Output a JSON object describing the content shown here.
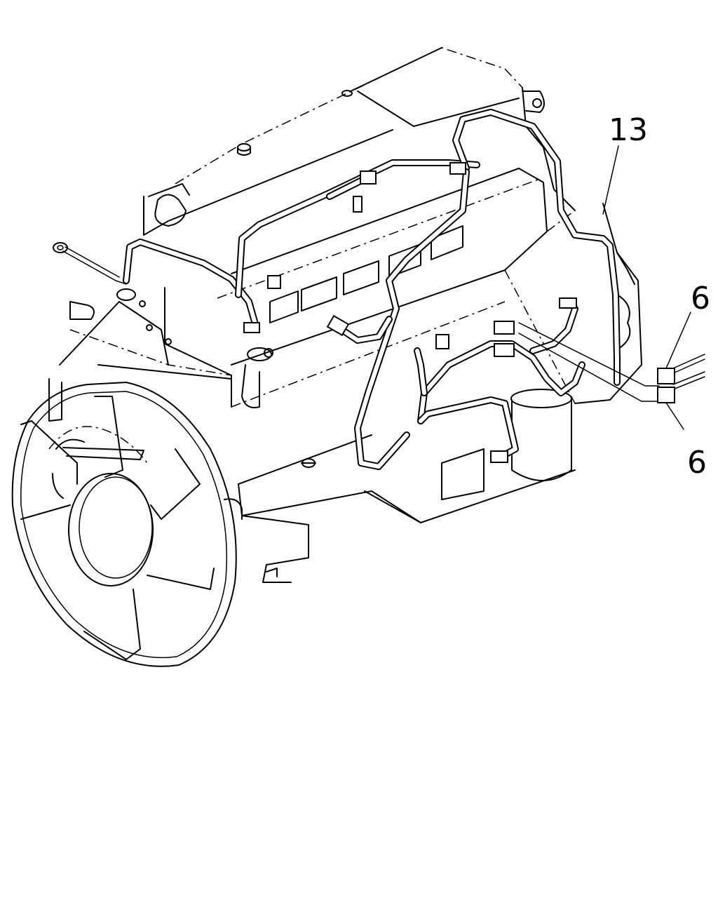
{
  "callouts": {
    "harness_label": "13",
    "connector_upper_label": "6",
    "connector_lower_label": "6"
  }
}
